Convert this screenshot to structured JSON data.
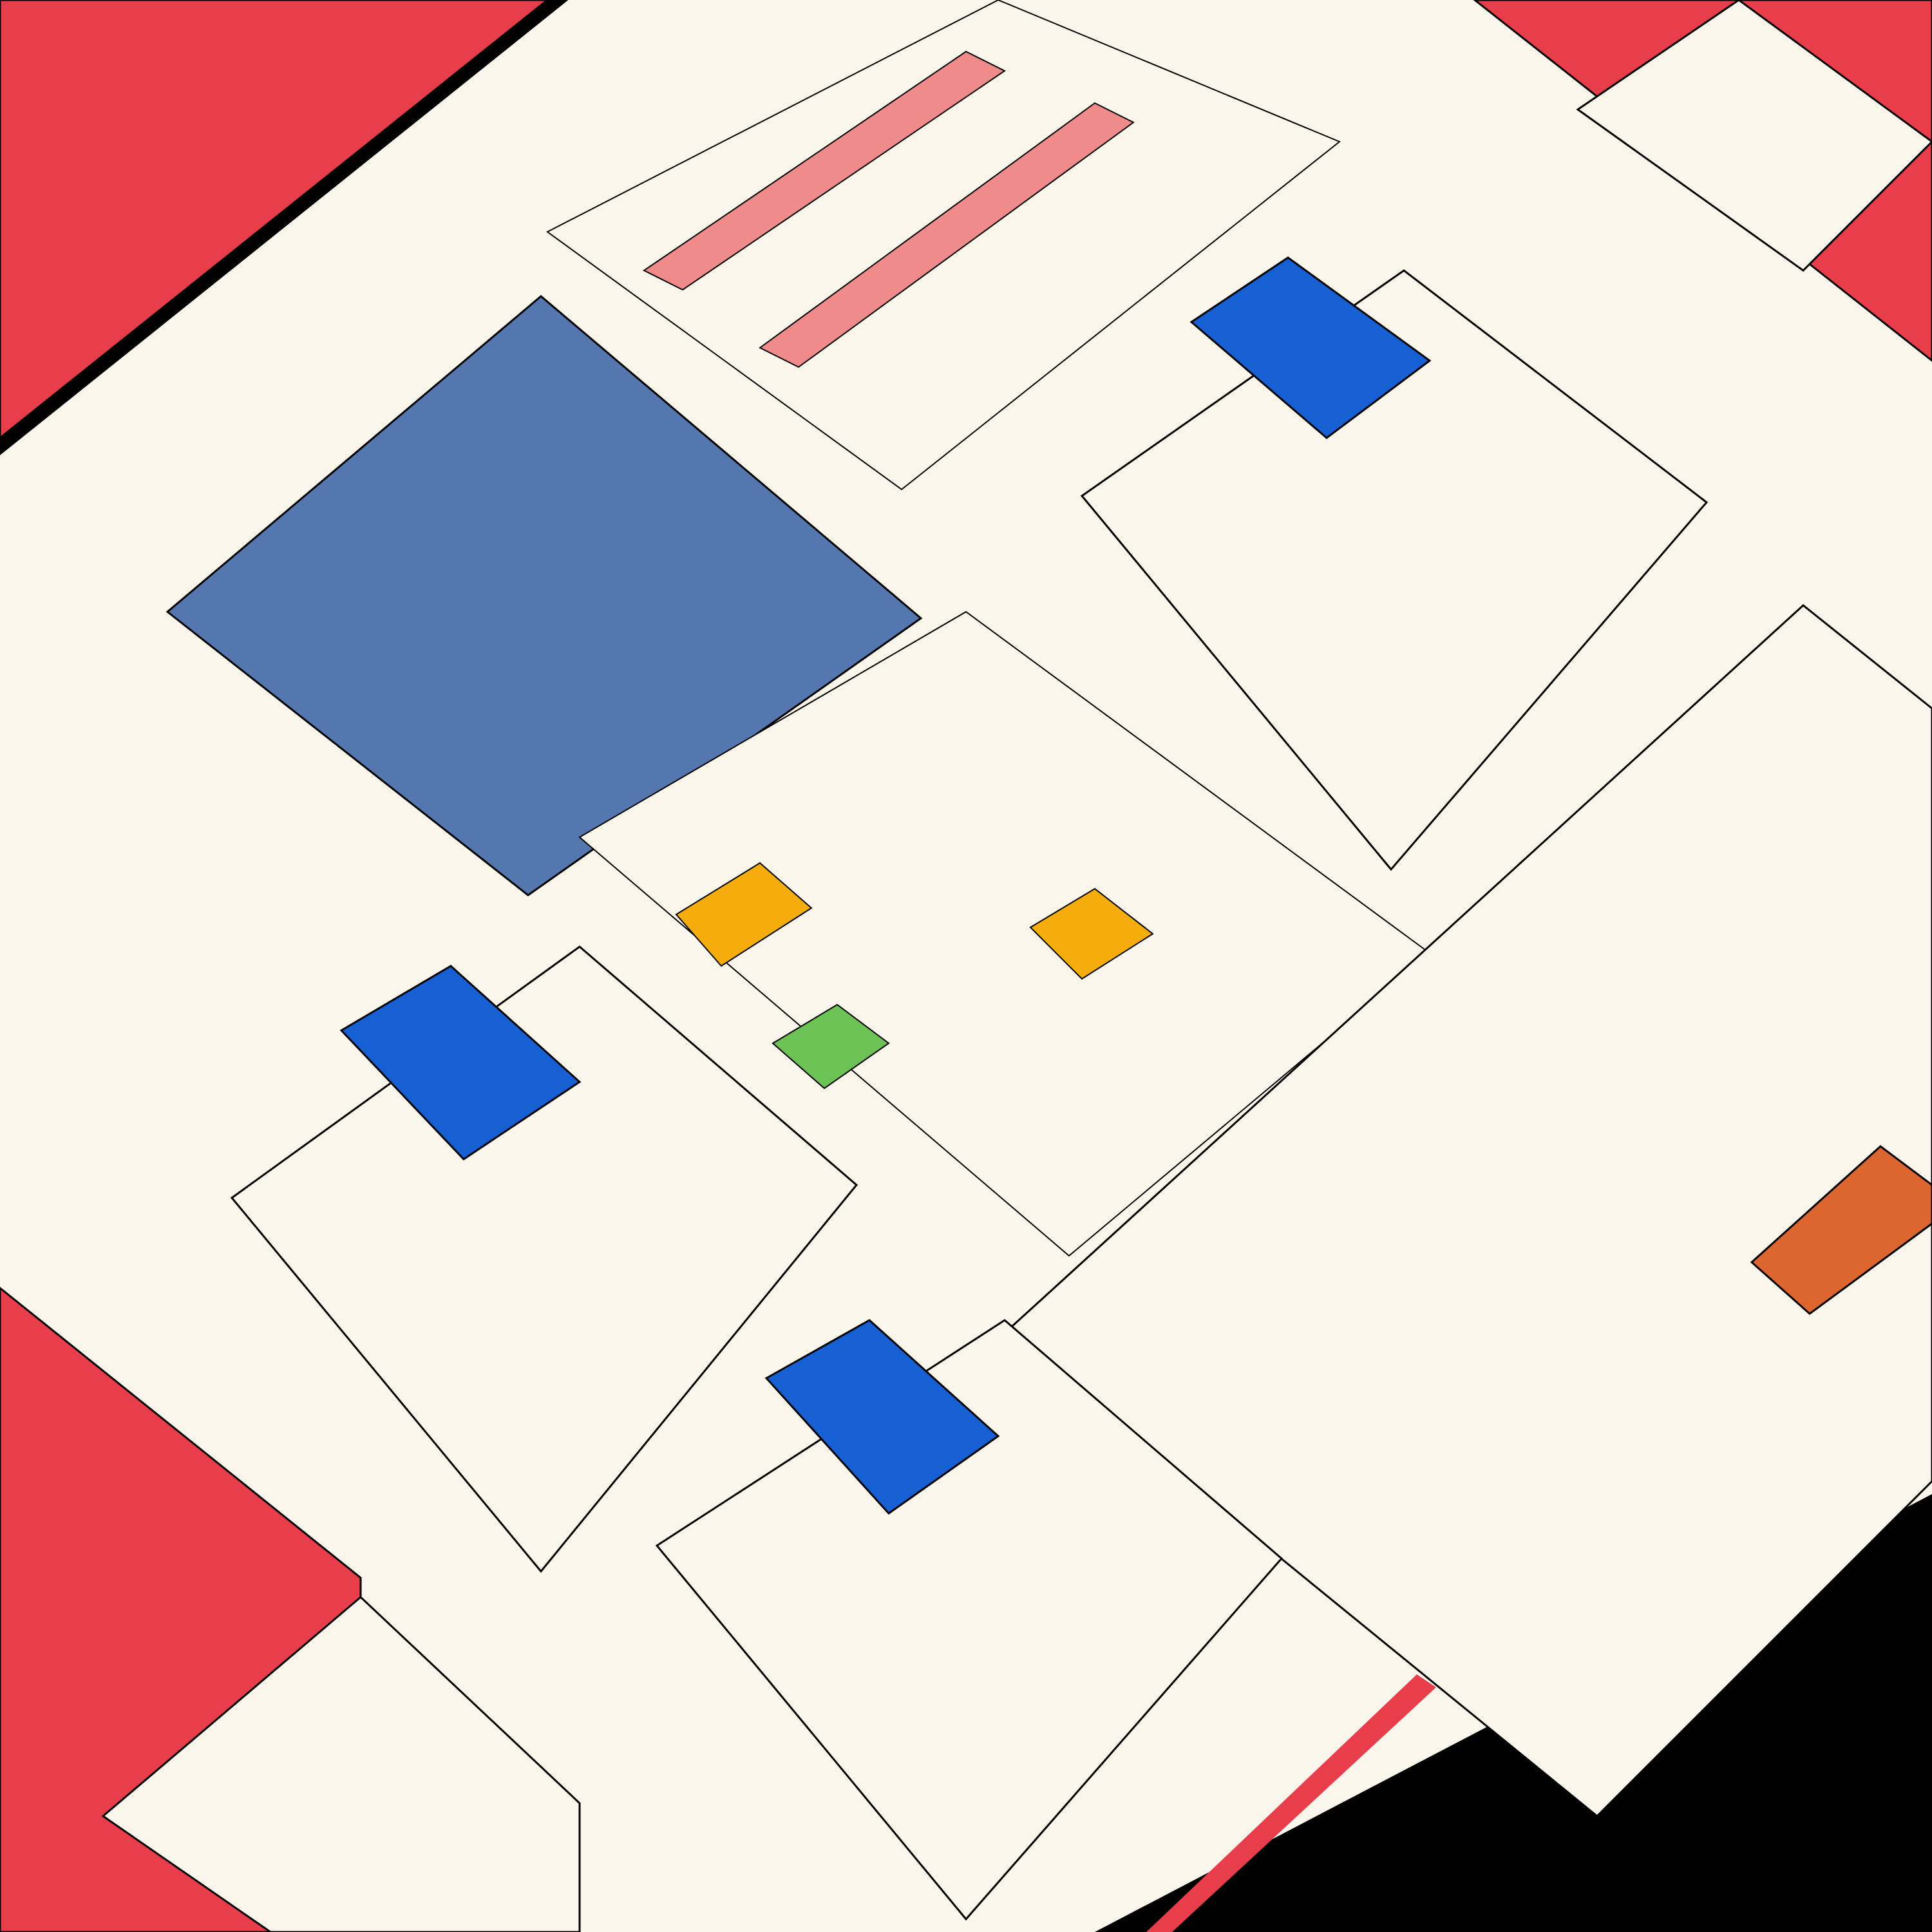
{
  "artwork": {
    "style": "isometric-circuit-city",
    "palette": {
      "paper": "#fbf6ec",
      "ink": "#000000",
      "red": "#e83e4c",
      "pink": "#f08b8b",
      "blue": "#1760d4",
      "slate": "#5577b0",
      "teal": "#86c9cc",
      "yellow": "#f5ad0d",
      "green": "#6dc255",
      "orange": "#dd6530",
      "white": "#ffffff"
    },
    "regions": [
      {
        "name": "red-stack-top-left",
        "color": "red"
      },
      {
        "name": "red-stack-top-right",
        "color": "red"
      },
      {
        "name": "red-stack-bottom-left",
        "color": "red"
      },
      {
        "name": "black-corner-bottom-right",
        "color": "ink"
      },
      {
        "name": "pink-striped-block-top",
        "color": "pink"
      },
      {
        "name": "blue-circuit-grid",
        "color": "slate"
      },
      {
        "name": "yellow-green-chip-cluster",
        "color": "yellow"
      },
      {
        "name": "big-outline-slab-right",
        "color": "paper"
      },
      {
        "name": "orange-cell",
        "color": "orange"
      }
    ],
    "modules": [
      {
        "name": "module-top-right"
      },
      {
        "name": "module-middle-left"
      },
      {
        "name": "module-bottom-center"
      }
    ]
  }
}
